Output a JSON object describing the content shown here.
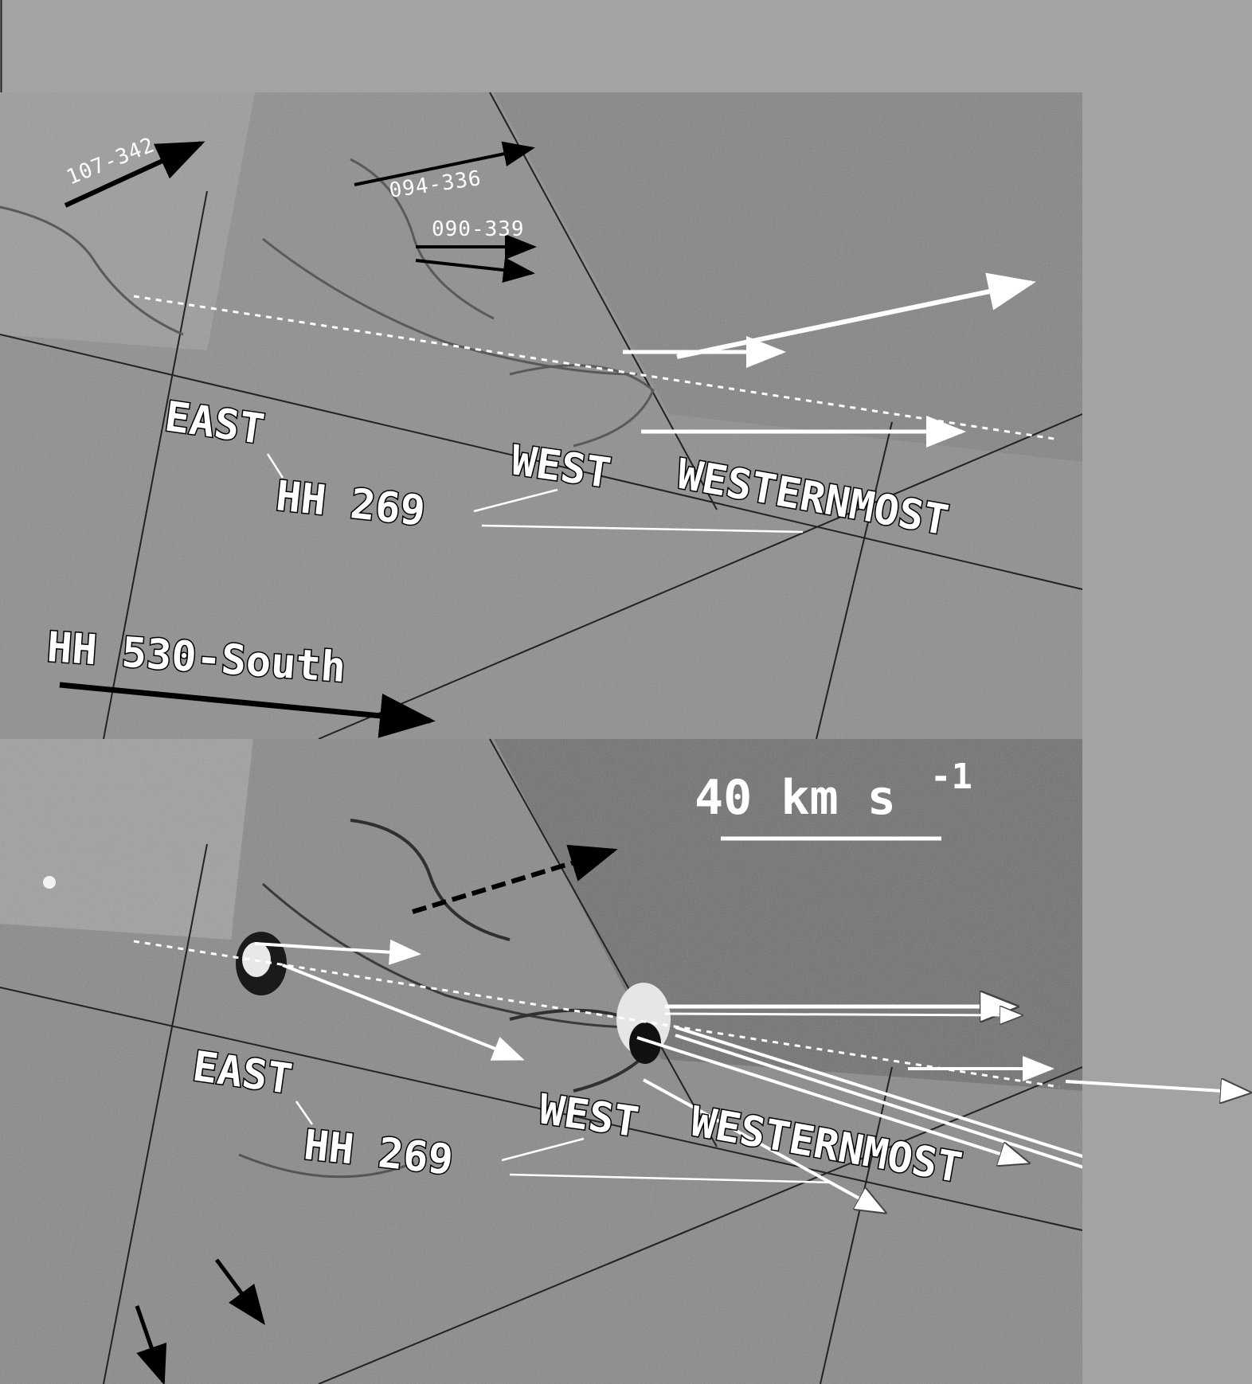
{
  "colors": {
    "background": "#a3a3a3",
    "image_gray": "#8a8a8a",
    "arrow_white": "#ffffff",
    "arrow_black": "#000000"
  },
  "top_panel": {
    "labels": {
      "obj_107_342": "107-342",
      "obj_094_336": "094-336",
      "obj_090_339": "090-339",
      "east": "EAST",
      "west": "WEST",
      "westernmost": "WESTERNMOST",
      "hh269": "HH 269",
      "hh530": "HH 530-South"
    }
  },
  "bottom_panel": {
    "labels": {
      "east": "EAST",
      "west": "WEST",
      "westernmost": "WESTERNMOST",
      "hh269": "HH 269"
    },
    "scale_bar": {
      "value": "40 km s",
      "exponent": "-1"
    }
  }
}
